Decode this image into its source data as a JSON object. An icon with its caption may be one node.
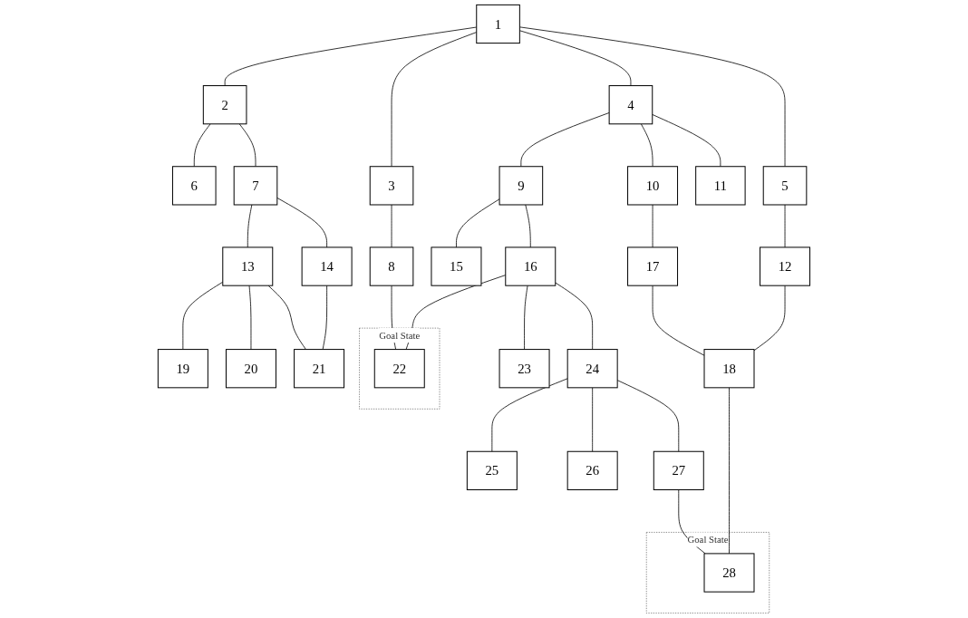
{
  "diagram": {
    "nodes": [
      {
        "text": [
          "1"
        ]
      },
      {
        "text": [
          "2"
        ]
      },
      {
        "text": [
          "3"
        ]
      },
      {
        "text": [
          "4"
        ]
      },
      {
        "text": [
          "5"
        ]
      },
      {
        "text": [
          "6"
        ]
      },
      {
        "text": [
          "7"
        ]
      },
      {
        "text": [
          "8"
        ]
      },
      {
        "text": [
          "9"
        ]
      },
      {
        "text": [
          "10"
        ]
      },
      {
        "text": [
          "11"
        ]
      },
      {
        "text": [
          "12"
        ]
      },
      {
        "text": [
          "13"
        ]
      },
      {
        "text": [
          "14"
        ]
      },
      {
        "text": [
          "15"
        ]
      },
      {
        "text": [
          "16"
        ]
      },
      {
        "text": [
          "17"
        ]
      },
      {
        "text": [
          "18"
        ]
      },
      {
        "text": [
          "19"
        ]
      },
      {
        "text": [
          "20"
        ]
      },
      {
        "text": [
          "21"
        ]
      },
      {
        "text": [
          "22"
        ],
        "beside": [
          "Goal State"
        ]
      },
      {
        "text": [
          "23"
        ]
      },
      {
        "text": [
          "24"
        ]
      },
      {
        "text": [
          "25"
        ]
      },
      {
        "text": [
          "26"
        ]
      },
      {
        "text": [
          "27"
        ]
      },
      {
        "text": [
          "28"
        ],
        "beside": [
          "Goal State"
        ]
      }
    ],
    "edges": [
      {
        "from": 0,
        "to": 1,
        "arrow": "none"
      },
      {
        "from": 0,
        "to": 2,
        "arrow": "none"
      },
      {
        "from": 0,
        "to": 3,
        "arrow": "none"
      },
      {
        "from": 0,
        "to": 4,
        "arrow": "none"
      },
      {
        "from": 1,
        "to": 5,
        "arrow": "none"
      },
      {
        "from": 1,
        "to": 6,
        "arrow": "none"
      },
      {
        "from": 2,
        "to": 7,
        "arrow": "none"
      },
      {
        "from": 3,
        "to": 8,
        "arrow": "none"
      },
      {
        "from": 3,
        "to": 9,
        "arrow": "none"
      },
      {
        "from": 3,
        "to": 10,
        "arrow": "none"
      },
      {
        "from": 4,
        "to": 11,
        "arrow": "none"
      },
      {
        "from": 6,
        "to": 12,
        "arrow": "none"
      },
      {
        "from": 6,
        "to": 13,
        "arrow": "none"
      },
      {
        "from": 7,
        "to": 21,
        "arrow": "none"
      },
      {
        "from": 8,
        "to": 14,
        "arrow": "none"
      },
      {
        "from": 8,
        "to": 15,
        "arrow": "none"
      },
      {
        "from": 9,
        "to": 16,
        "arrow": "none"
      },
      {
        "from": 11,
        "to": 17,
        "arrow": "none"
      },
      {
        "from": 12,
        "to": 18,
        "arrow": "none"
      },
      {
        "from": 12,
        "to": 19,
        "arrow": "none"
      },
      {
        "from": 12,
        "to": 20,
        "arrow": "none"
      },
      {
        "from": 13,
        "to": 20,
        "arrow": "none"
      },
      {
        "from": 15,
        "to": 21,
        "arrow": "none"
      },
      {
        "from": 15,
        "to": 22,
        "arrow": "none"
      },
      {
        "from": 15,
        "to": 23,
        "arrow": "none"
      },
      {
        "from": 16,
        "to": 17,
        "arrow": "none"
      },
      {
        "from": 17,
        "to": 27,
        "arrow": "none"
      },
      {
        "from": 23,
        "to": 24,
        "arrow": "none"
      },
      {
        "from": 23,
        "to": 25,
        "arrow": "none"
      },
      {
        "from": 23,
        "to": 26,
        "arrow": "none"
      },
      {
        "from": 26,
        "to": 27,
        "arrow": "none"
      }
    ]
  }
}
